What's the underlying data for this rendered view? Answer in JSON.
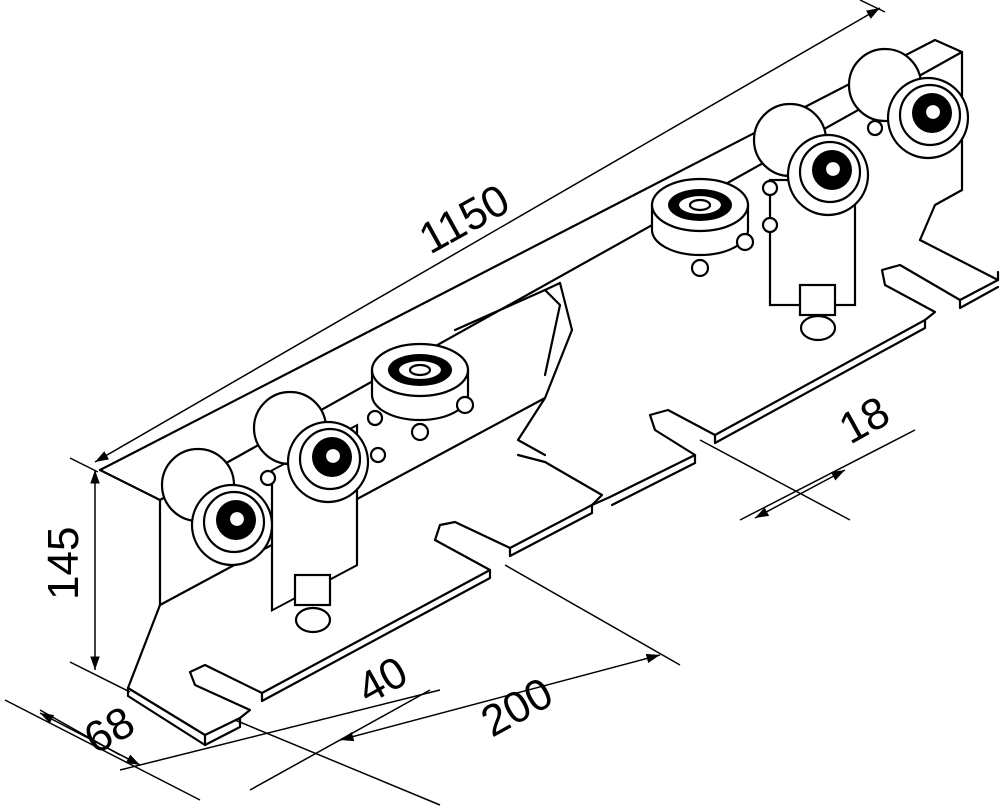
{
  "drawing": {
    "title": "Sliding gate roller carriage with guide plate",
    "line_color": "#000000",
    "background": "#ffffff"
  },
  "dimensions": {
    "length": "1150",
    "height": "145",
    "flange_width": "68",
    "slot_offset": "40",
    "slot_pitch": "200",
    "slot_width": "18"
  }
}
